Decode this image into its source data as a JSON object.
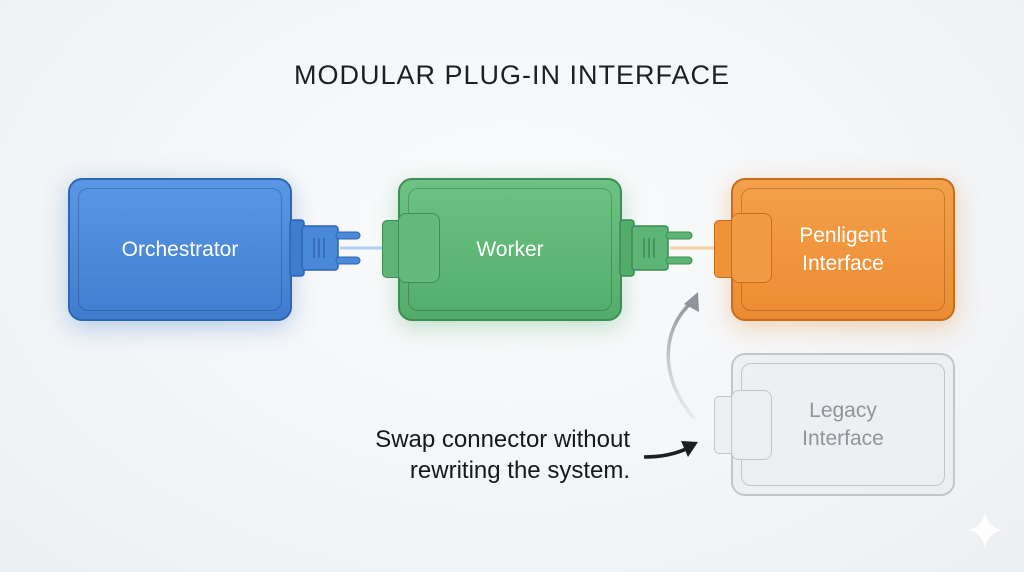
{
  "title": "MODULAR PLUG-IN INTERFACE",
  "modules": {
    "orchestrator": "Orchestrator",
    "worker": "Worker",
    "penligent": "Penligent Interface",
    "legacy": "Legacy Interface"
  },
  "note": {
    "line1": "Swap connector without",
    "line2": "rewriting the system."
  },
  "colors": {
    "blue": "#4a88da",
    "green": "#5cb574",
    "orange": "#ef9238",
    "gray": "#c2c6cb"
  }
}
